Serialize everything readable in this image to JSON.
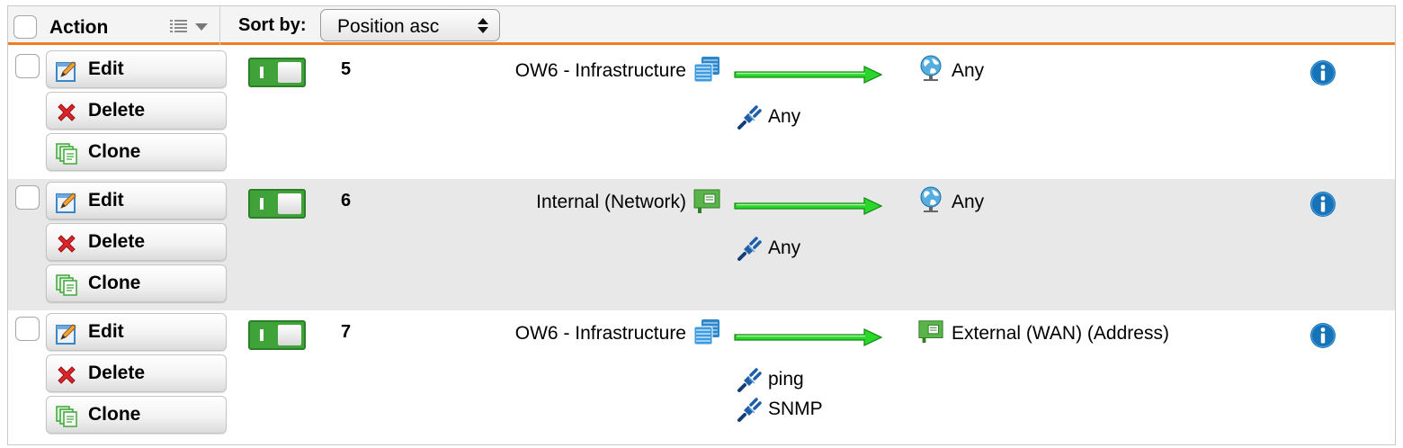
{
  "header": {
    "action_label": "Action",
    "sort_label": "Sort by:",
    "sort_value": "Position asc"
  },
  "buttons": {
    "edit": "Edit",
    "delete": "Delete",
    "clone": "Clone"
  },
  "rows": [
    {
      "position": "5",
      "enabled": true,
      "source": "OW6 - Infrastructure",
      "source_icon": "server-group-icon",
      "destination": "Any",
      "destination_icon": "globe-icon",
      "services": [
        "Any"
      ]
    },
    {
      "position": "6",
      "enabled": true,
      "source": "Internal (Network)",
      "source_icon": "network-card-icon",
      "destination": "Any",
      "destination_icon": "globe-icon",
      "services": [
        "Any"
      ]
    },
    {
      "position": "7",
      "enabled": true,
      "source": "OW6 - Infrastructure",
      "source_icon": "server-group-icon",
      "destination": "External (WAN) (Address)",
      "destination_icon": "network-card-icon",
      "services": [
        "ping",
        "SNMP"
      ]
    }
  ],
  "colors": {
    "header_underline": "#ef7d22",
    "toggle_on": "#3fa33a",
    "arrow": "#29d629",
    "info": "#1673b8"
  }
}
